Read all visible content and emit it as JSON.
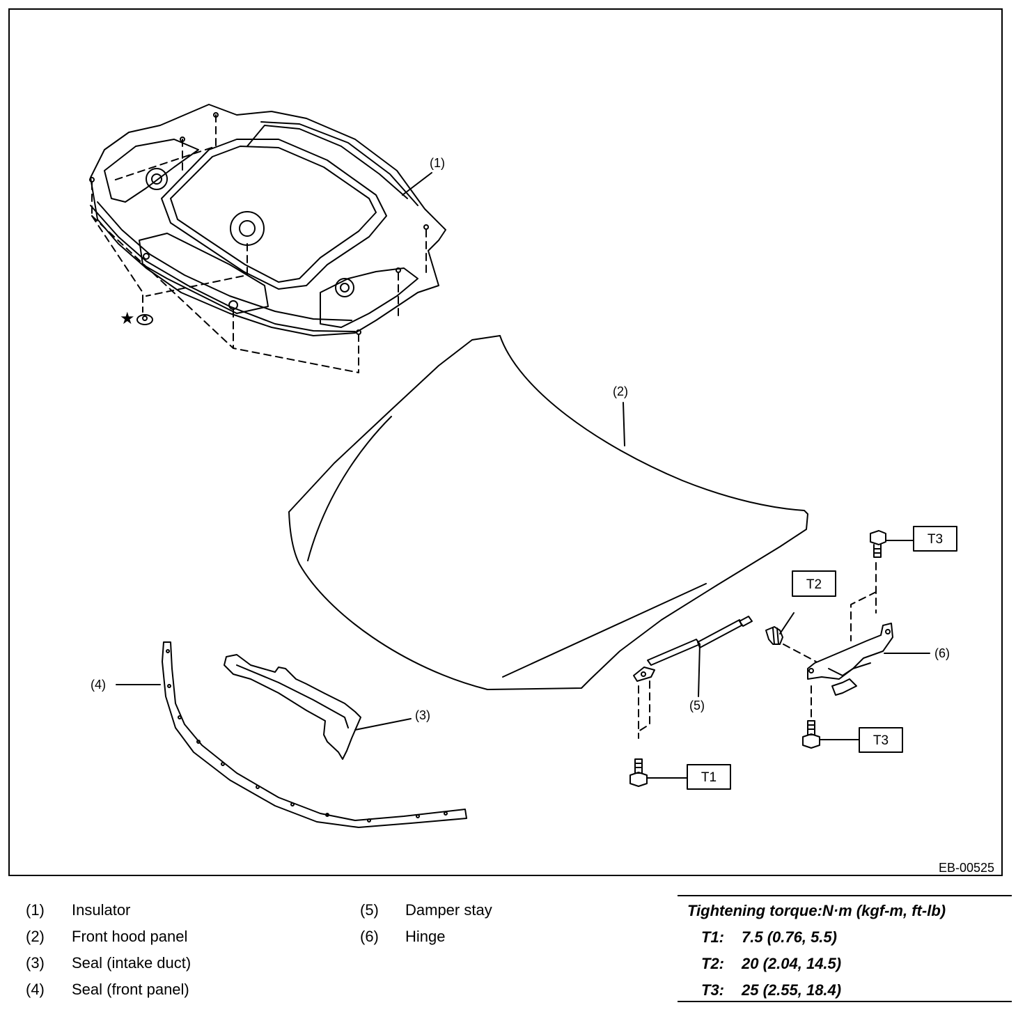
{
  "diagram": {
    "callouts": {
      "c1": "(1)",
      "c2": "(2)",
      "c3": "(3)",
      "c4": "(4)",
      "c5": "(5)",
      "c6": "(6)"
    },
    "torque_boxes": {
      "t3_top": "T3",
      "t2": "T2",
      "t3_bottom": "T3",
      "t1": "T1"
    },
    "star": "★",
    "figure_code": "EB-00525"
  },
  "legend": {
    "items": [
      {
        "num": "(1)",
        "name": "Insulator"
      },
      {
        "num": "(2)",
        "name": "Front hood panel"
      },
      {
        "num": "(3)",
        "name": "Seal (intake duct)"
      },
      {
        "num": "(4)",
        "name": "Seal (front panel)"
      },
      {
        "num": "(5)",
        "name": "Damper stay"
      },
      {
        "num": "(6)",
        "name": "Hinge"
      }
    ]
  },
  "torque": {
    "title": "Tightening torque:N·m (kgf-m, ft-lb)",
    "rows": [
      {
        "key": "T1:",
        "value": "7.5 (0.76, 5.5)"
      },
      {
        "key": "T2:",
        "value": "20 (2.04, 14.5)"
      },
      {
        "key": "T3:",
        "value": "25 (2.55, 18.4)"
      }
    ]
  }
}
